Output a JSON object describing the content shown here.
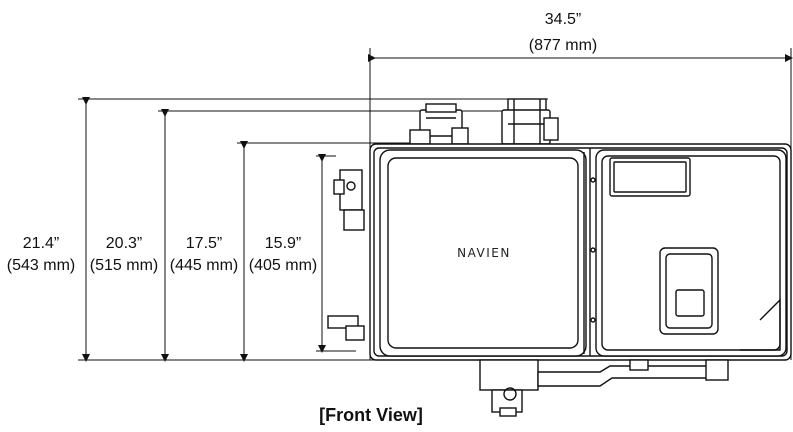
{
  "caption": "[Front View]",
  "logo_text": "NAVIEN",
  "dimensions": {
    "width": {
      "inch": "34.5”",
      "mm": "(877 mm)"
    },
    "heights": [
      {
        "inch": "21.4”",
        "mm": "(543 mm)"
      },
      {
        "inch": "20.3”",
        "mm": "(515 mm)"
      },
      {
        "inch": "17.5”",
        "mm": "(445 mm)"
      },
      {
        "inch": "15.9”",
        "mm": "(405 mm)"
      }
    ]
  },
  "colors": {
    "line": "#111111",
    "panel": "#ffffff"
  }
}
